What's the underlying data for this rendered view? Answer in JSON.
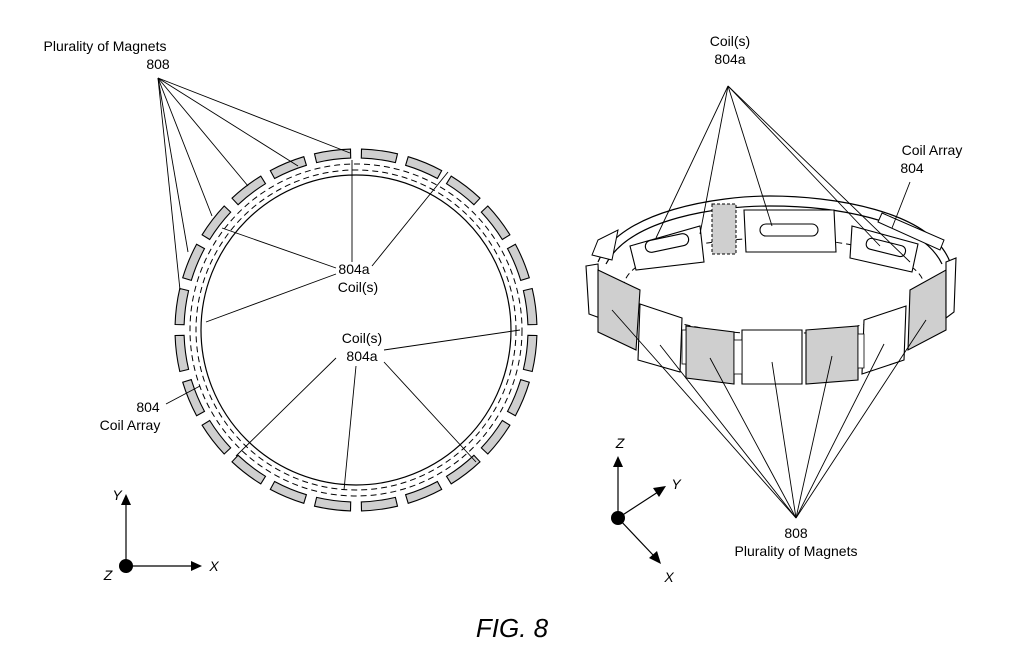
{
  "figure_title": "FIG. 8",
  "left_view": {
    "magnets_label": "Plurality of Magnets",
    "magnets_ref": "808",
    "coils_label_top_ref": "804a",
    "coils_label_top": "Coil(s)",
    "coils_label_mid": "Coil(s)",
    "coils_label_mid_ref": "804a",
    "coil_array_ref": "804",
    "coil_array_label": "Coil Array",
    "axes": {
      "y": "Y",
      "x": "X",
      "z": "Z"
    }
  },
  "right_view": {
    "coils_label": "Coil(s)",
    "coils_ref": "804a",
    "coil_array_label": "Coil Array",
    "coil_array_ref": "804",
    "magnets_ref": "808",
    "magnets_label": "Plurality of Magnets",
    "axes": {
      "z": "Z",
      "y": "Y",
      "x": "X"
    }
  }
}
